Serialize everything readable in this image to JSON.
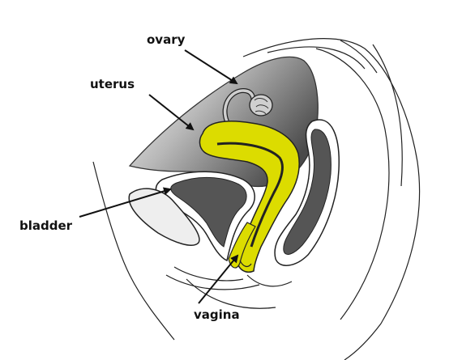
{
  "diagram": {
    "labels": {
      "ovary": "ovary",
      "uterus": "uterus",
      "bladder": "bladder",
      "vagina": "vagina"
    }
  },
  "colors": {
    "uterus_fill": "#dcdc00",
    "organ_dark": "#555555",
    "outline": "#222222",
    "background": "#ffffff"
  }
}
